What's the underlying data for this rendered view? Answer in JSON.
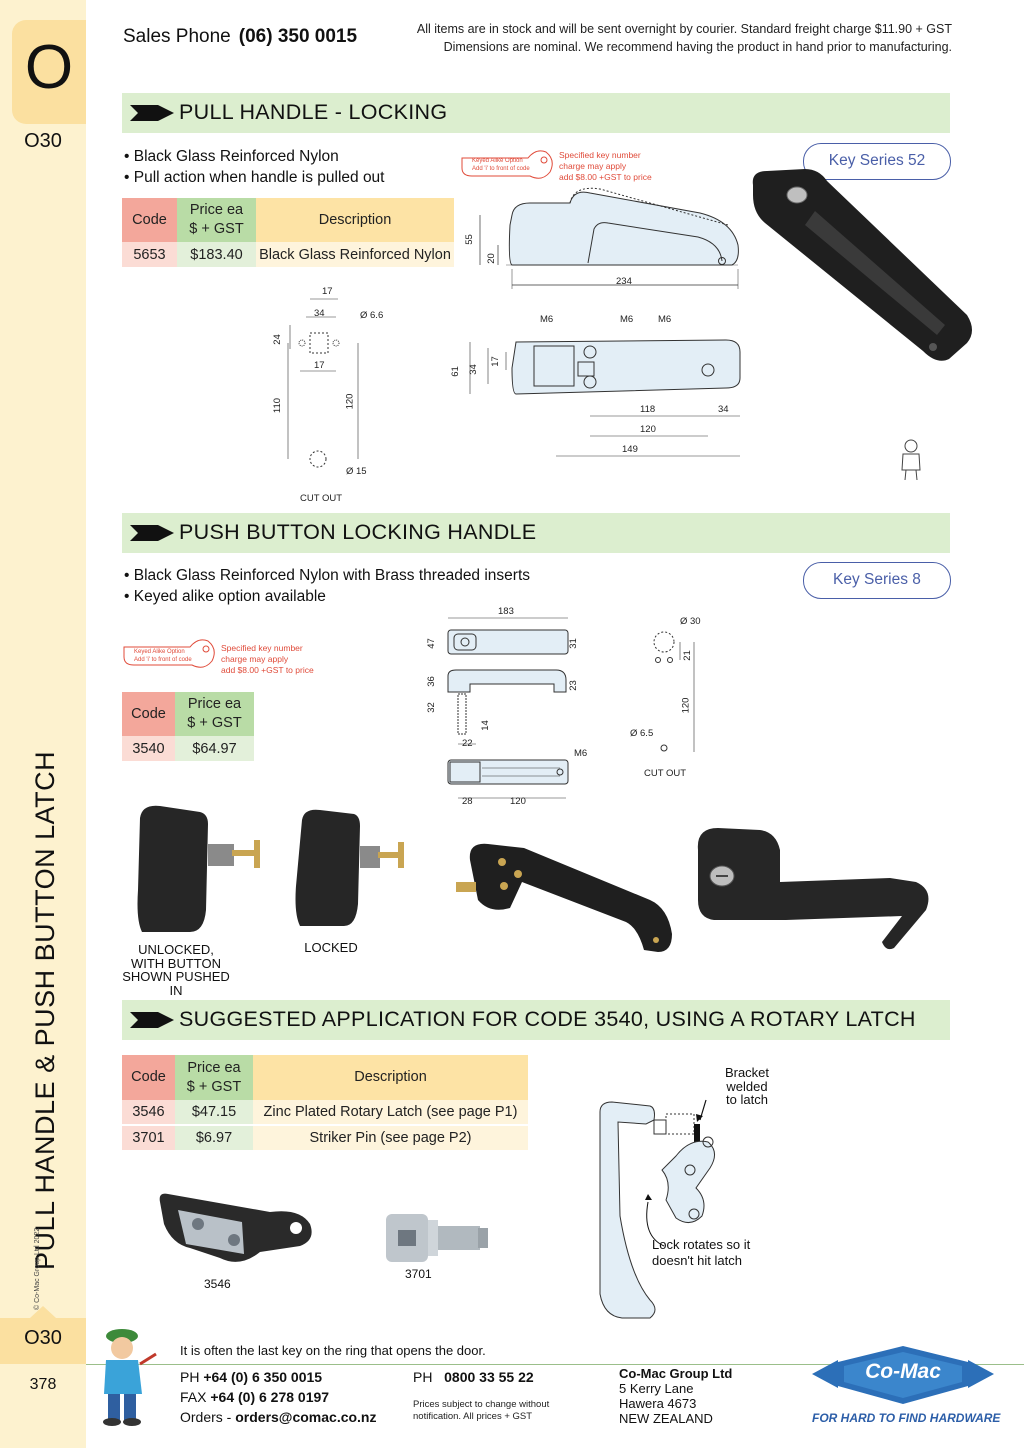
{
  "sidebar": {
    "letter": "O",
    "code_top": "O30",
    "vertical_title": "PULL HANDLE & PUSH BUTTON LATCH",
    "copyright": "© Co-Mac Group Ltd 2022",
    "code_bottom": "O30",
    "page_number": "378"
  },
  "header": {
    "sales_label": "Sales Phone",
    "sales_phone": "(06) 350 0015",
    "note_line1": "All items are in stock and will be sent overnight by courier. Standard freight charge $11.90 + GST",
    "note_line2": "Dimensions are nominal. We recommend having the product in hand prior to manufacturing."
  },
  "section1": {
    "title": "PULL HANDLE - LOCKING",
    "bullets": [
      "• Black Glass Reinforced Nylon",
      "• Pull action when handle is pulled out"
    ],
    "key_series": "Key Series 52",
    "table": {
      "headers": {
        "code": "Code",
        "price_line1": "Price ea",
        "price_line2": "$ + GST",
        "description": "Description"
      },
      "rows": [
        {
          "code": "5653",
          "price": "$183.40",
          "description": "Black Glass Reinforced Nylon"
        }
      ]
    },
    "keytag": {
      "small1": "Keyed Alike Option",
      "small2": "Add 'i' to front of code",
      "line1": "Specified key number",
      "line2": "charge may apply",
      "line3": "add $8.00 +GST to price"
    },
    "dims_side": {
      "h55": "55",
      "h20": "20",
      "w234": "234"
    },
    "dims_cutout": {
      "d17": "17",
      "d34": "34",
      "d66": "Ø 6.6",
      "d24": "24",
      "d17b": "17",
      "d110": "110",
      "d120": "120",
      "d15": "Ø 15",
      "label": "CUT OUT"
    },
    "dims_bottom": {
      "m6a": "M6",
      "m6b": "M6",
      "m6c": "M6",
      "d61": "61",
      "d34": "34",
      "d17": "17",
      "d118": "118",
      "d34b": "34",
      "d120": "120",
      "d149": "149"
    }
  },
  "section2": {
    "title": "PUSH BUTTON LOCKING HANDLE",
    "bullets": [
      "• Black Glass Reinforced Nylon with Brass threaded inserts",
      "• Keyed alike option available"
    ],
    "key_series": "Key Series 8",
    "keytag": {
      "small1": "Keyed Alike Option",
      "small2": "Add 'i' to front of code",
      "line1": "Specified key number",
      "line2": "charge may apply",
      "line3": "add $8.00 +GST to price"
    },
    "table": {
      "headers": {
        "code": "Code",
        "price_line1": "Price ea",
        "price_line2": "$ + GST"
      },
      "rows": [
        {
          "code": "3540",
          "price": "$64.97"
        }
      ]
    },
    "dims": {
      "d183": "183",
      "d47": "47",
      "d31": "31",
      "d36": "36",
      "d23": "23",
      "d32": "32",
      "d14": "14",
      "d22": "22",
      "m6": "M6",
      "d28": "28",
      "d120": "120",
      "d30": "Ø 30",
      "d21": "21",
      "d120b": "120",
      "d65": "Ø 6.5",
      "cutout": "CUT OUT"
    },
    "photo_labels": {
      "unlocked": [
        "UNLOCKED,",
        "WITH BUTTON",
        "SHOWN PUSHED",
        "IN"
      ],
      "locked": "LOCKED"
    }
  },
  "section3": {
    "title": "SUGGESTED APPLICATION FOR CODE 3540, USING A ROTARY LATCH",
    "table": {
      "headers": {
        "code": "Code",
        "price_line1": "Price ea",
        "price_line2": "$ + GST",
        "description": "Description"
      },
      "rows": [
        {
          "code": "3546",
          "price": "$47.15",
          "description": "Zinc Plated Rotary Latch (see page P1)"
        },
        {
          "code": "3701",
          "price": "$6.97",
          "description": "Striker Pin (see page P2)"
        }
      ]
    },
    "photo_labels": {
      "latch": "3546",
      "pin": "3701"
    },
    "annotations": {
      "bracket": [
        "Bracket",
        "welded",
        "to latch"
      ],
      "lock": [
        "Lock rotates so it",
        "doesn't hit latch"
      ]
    }
  },
  "footer": {
    "quote": "It is often the last key on the ring that opens the door.",
    "ph_label": "PH",
    "ph": "+64 (0) 6 350 0015",
    "fax_label": "FAX",
    "fax": "+64 (0) 6 278 0197",
    "orders_label": "Orders -",
    "orders": "orders@comac.co.nz",
    "ph2_label": "PH",
    "ph2": "0800 33 55 22",
    "prices_note1": "Prices subject to change without",
    "prices_note2": "notification. All prices + GST",
    "company": "Co-Mac Group Ltd",
    "addr1": "5 Kerry Lane",
    "addr2": "Hawera 4673",
    "addr3": "NEW ZEALAND",
    "logo_text": "Co-Mac",
    "tagline": "FOR HARD TO FIND HARDWARE"
  },
  "colors": {
    "accent_green": "#dceecf",
    "code_red": "#f3a79b",
    "price_green": "#b9dca6",
    "desc_yellow": "#fde3a5",
    "brand_blue": "#2c5ea8",
    "key_blue": "#4a5fa8",
    "tab_yellow": "#fbe0a0"
  }
}
